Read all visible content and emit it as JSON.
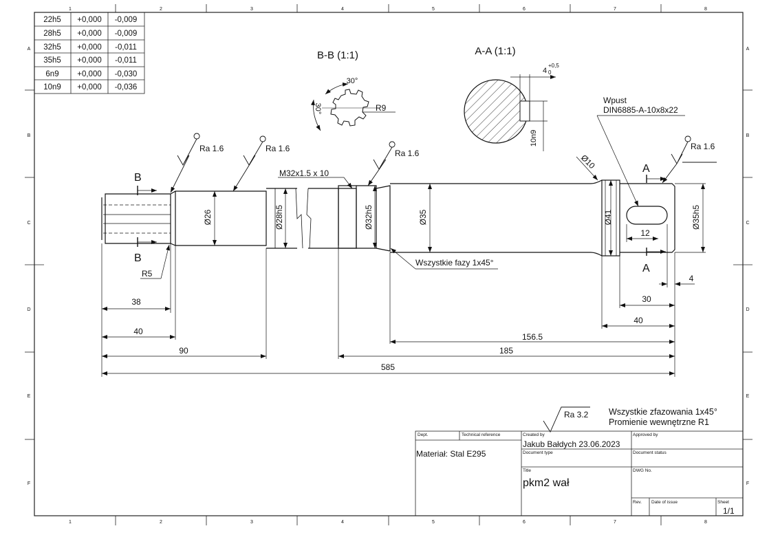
{
  "zones": {
    "columns": [
      "1",
      "2",
      "3",
      "4",
      "5",
      "6",
      "7",
      "8"
    ],
    "rows": [
      "A",
      "B",
      "C",
      "D",
      "E",
      "F"
    ]
  },
  "tolerance_table": [
    {
      "fit": "22h5",
      "upper": "+0,000",
      "lower": "-0,009"
    },
    {
      "fit": "28h5",
      "upper": "+0,000",
      "lower": "-0,009"
    },
    {
      "fit": "32h5",
      "upper": "+0,000",
      "lower": "-0,011"
    },
    {
      "fit": "35h5",
      "upper": "+0,000",
      "lower": "-0,011"
    },
    {
      "fit": "6n9",
      "upper": "+0,000",
      "lower": "-0,030"
    },
    {
      "fit": "10n9",
      "upper": "+0,000",
      "lower": "-0,036"
    }
  ],
  "sections": {
    "bb": {
      "title": "B-B (1:1)",
      "angle1": "30°",
      "angle2": "30°",
      "radius": "R9"
    },
    "aa": {
      "title": "A-A (1:1)",
      "width_tol": "4",
      "tol_upper": "+0,5",
      "tol_lower": "0",
      "key_fit": "10n9"
    }
  },
  "roughness": {
    "r1": "Ra 1.6",
    "r2": "Ra 1.6",
    "r3": "Ra 1.6",
    "r4": "Ra 1.6",
    "general": "Ra 3.2"
  },
  "labels": {
    "section_b": "B",
    "section_a": "A",
    "thread": "M32x1.5 x 10",
    "chamfers": "Wszystkie fazy 1x45°",
    "keyway_line1": "Wpust",
    "keyway_line2": "DIN6885-A-10x8x22",
    "r5": "R5",
    "d26": "Ø26",
    "d28": "Ø28h5",
    "d32": "Ø32h5",
    "d35": "Ø35",
    "d41": "Ø41",
    "d35h5": "Ø35h5",
    "d10": "Ø10",
    "key_len": "12"
  },
  "dimensions": {
    "l38": "38",
    "l40a": "40",
    "l90": "90",
    "l585": "585",
    "l185": "185",
    "l156": "156.5",
    "l40b": "40",
    "l30": "30",
    "l4": "4"
  },
  "notes": {
    "line1": "Wszystkie zfazowania 1x45°",
    "line2": "Promienie wewnętrzne R1"
  },
  "title_block": {
    "dept_label": "Dept.",
    "techref_label": "Technical reference",
    "createdby_label": "Created by",
    "approved_label": "Approved by",
    "created_by": "Jakub Bałdych  23.06.2023",
    "material": "Materiał: Stal E295",
    "doctype_label": "Document type",
    "docstatus_label": "Document status",
    "title_label": "Title",
    "dwg_label": "DWG No.",
    "title": "pkm2 wał",
    "rev_label": "Rev.",
    "date_label": "Date of issue",
    "sheet_label": "Sheet",
    "sheet": "1/1"
  }
}
